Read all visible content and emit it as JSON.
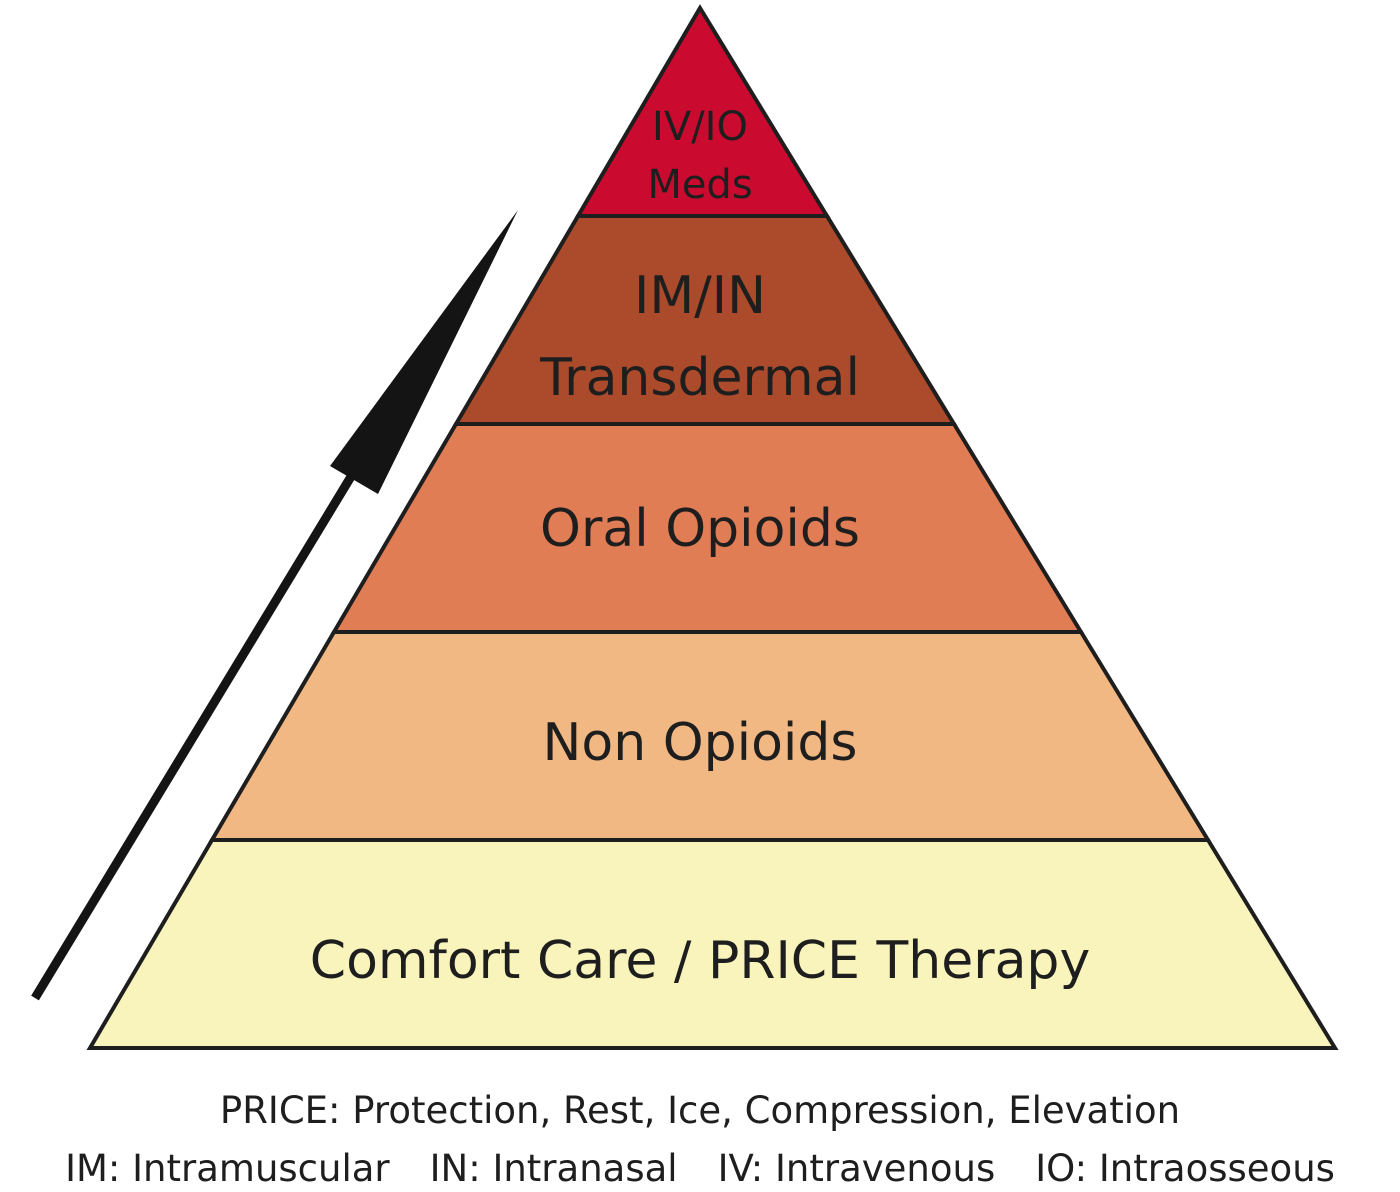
{
  "tiers": [
    {
      "id": "comfort",
      "lines": [
        "Comfort Care / PRICE Therapy"
      ],
      "color": "#f8f4bc"
    },
    {
      "id": "non-opioids",
      "lines": [
        "Non Opioids"
      ],
      "color": "#f2b884"
    },
    {
      "id": "oral-opioids",
      "lines": [
        "Oral Opioids"
      ],
      "color": "#e17d55"
    },
    {
      "id": "im-in",
      "lines": [
        "IM/IN",
        "Transdermal"
      ],
      "color": "#ab4b2b"
    },
    {
      "id": "iv-io",
      "lines": [
        "IV/IO",
        "Meds"
      ],
      "color": "#cb0a30"
    }
  ],
  "legend": {
    "line1": "PRICE: Protection, Rest, Ice, Compression, Elevation",
    "line2": [
      "IM: Intramuscular",
      "IN: Intranasal",
      "IV: Intravenous",
      "IO: Intraosseous"
    ]
  },
  "colors": {
    "outline": "#1e1e1e",
    "arrow": "#141414"
  }
}
